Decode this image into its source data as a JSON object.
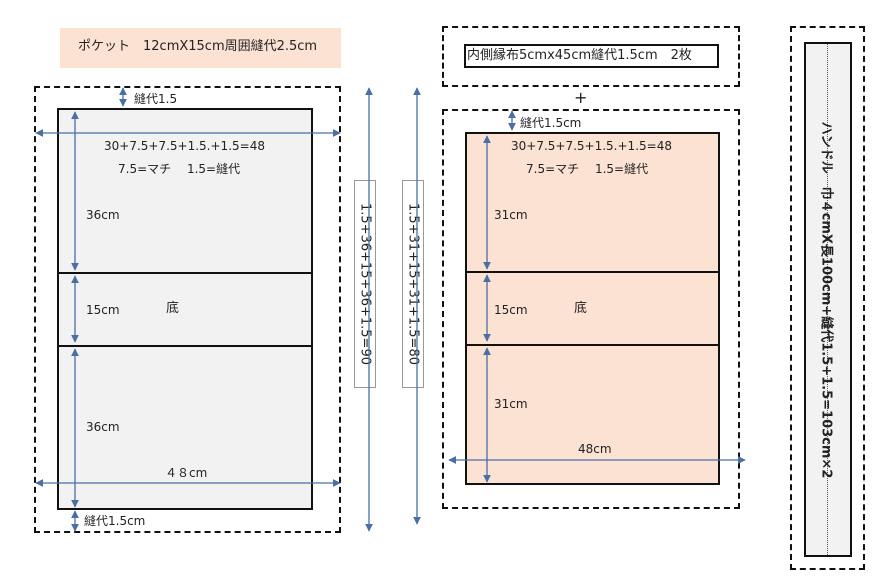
{
  "pocket": {
    "label": "ポケット　12cmX15cm周囲縫代2.5cm",
    "fill": "#fbe2d3"
  },
  "outer_panel": {
    "seam_top": "縫代1.5",
    "formula_width": "30+7.5+7.5+1.5.+1.5=48",
    "gusset_note": "7.5=マチ　 1.5=縫代",
    "dim_top": "36cm",
    "dim_bottom_section": "15cm",
    "bottom_label": "底",
    "dim_lower": "36cm",
    "width_label": "４８cm",
    "seam_bottom": "縫代1.5cm",
    "height_formula": "1.5+36+15+36+1.5=90",
    "fill": "#f2f2f2"
  },
  "inner_binding": {
    "label": "内側縁布5cmx45cm縫代1.5cm　2枚",
    "plus": "+"
  },
  "lining_panel": {
    "seam_top": "縫代1.5cm",
    "formula_width": "30+7.5+7.5+1.5.+1.5=48",
    "gusset_note": "7.5=マチ　 1.5=縫代",
    "dim_top": "31cm",
    "dim_bottom_section": "15cm",
    "bottom_label": "底",
    "dim_lower": "31cm",
    "width_label": "48cm",
    "height_formula": "1.5+31+15+31+1.5=80",
    "fill": "#fbe2d3"
  },
  "handle": {
    "label": "ハンドル　巾４cmX長100cm+縫代1.5+1.5=103cm×2"
  },
  "colors": {
    "arrow": "#4a6fa5",
    "line": "#111111"
  }
}
